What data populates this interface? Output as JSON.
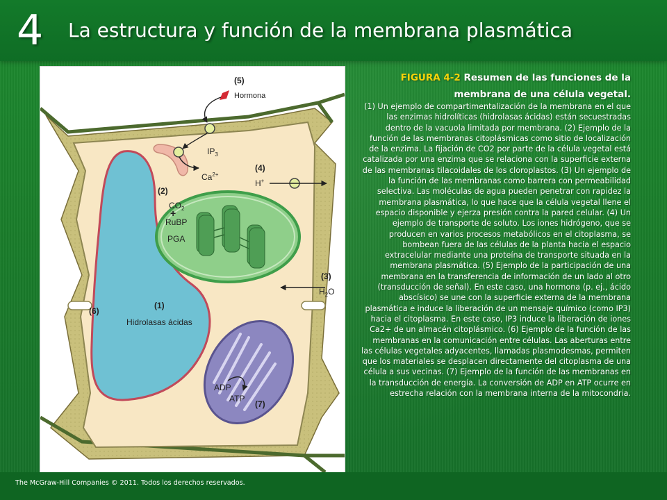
{
  "header": {
    "chapter_number": "4",
    "title": "La estructura y función de la membrana plasmática"
  },
  "figure": {
    "labels": {
      "l5": "(5)",
      "hormona": "Hormona",
      "ip": "IP",
      "ip_sub": "3",
      "ca": "Ca",
      "ca_sup": "2+",
      "l4": "(4)",
      "h": "H",
      "h_sup": "+",
      "l2": "(2)",
      "co": "CO",
      "co_sub": "2",
      "plus": "+",
      "rubp": "RuBP",
      "pga": "PGA",
      "l3": "(3)",
      "h2o_h": "H",
      "h2o_sub": "2",
      "h2o_o": "O",
      "l1": "(1)",
      "hidrolasas": "Hidrolasas ácidas",
      "l6": "(6)",
      "adp": "ADP",
      "atp": "ATP",
      "l7": "(7)"
    }
  },
  "caption": {
    "figure_label": "FIGURA 4-2",
    "title": "Resumen de las funciones de la membrana de una célula vegetal.",
    "body": "(1) Un ejemplo de compartimentalización de la membrana en el que las enzimas hidrolíticas (hidrolasas ácidas) están secuestradas dentro de la vacuola limitada por membrana. (2) Ejemplo de la función de las membranas citoplásmicas como sitio de localización de la enzima. La fijación de CO2 por parte de la célula vegetal está catalizada por una enzima que se relaciona con la superficie externa de las membranas tilacoidales de los cloroplastos. (3) Un ejemplo de la función de las membranas como barrera con permeabilidad selectiva. Las moléculas de agua pueden penetrar con rapidez la membrana plasmática, lo que hace que la célula vegetal llene el espacio disponible y ejerza presión contra la pared celular. (4) Un ejemplo de transporte de soluto. Los iones hidrógeno, que se producen en varios procesos metabólicos en el citoplasma, se bombean fuera de las células de la planta hacia el espacio extracelular mediante una proteína de transporte situada en la membrana plasmática. (5) Ejemplo de la participación de una membrana en la transferencia de información de un lado al otro (transducción de señal). En este caso, una hormona (p. ej., ácido abscísico) se une con la superficie externa de la membrana plasmática e induce la liberación de un mensaje químico (como IP3) hacia el citoplasma. En este caso, IP3 induce la liberación de iones Ca2+ de un almacén citoplásmico. (6) Ejemplo de la función de las membranas en la comunicación entre células. Las aberturas entre las células vegetales adyacentes, llamadas plasmodesmas, permiten que los materiales se desplacen directamente del citoplasma de una célula a sus vecinas. (7) Ejemplo de la función de las membranas en la transducción de energía. La conversión de ADP en ATP ocurre en estrecha relación con la membrana interna de la mitocondria."
  },
  "footer": {
    "copyright": "The McGraw-Hill Companies © 2011. Todos los derechos reservados."
  },
  "colors": {
    "background_green": "#1a7d2a",
    "caption_label": "#f5d20a",
    "cytoplasm": "#f8e7c4",
    "cell_wall": "#c7c07a",
    "vacuole": "#6fc1d3",
    "chloroplast": "#8fcf8a",
    "mitochondrion": "#8c87c0"
  }
}
